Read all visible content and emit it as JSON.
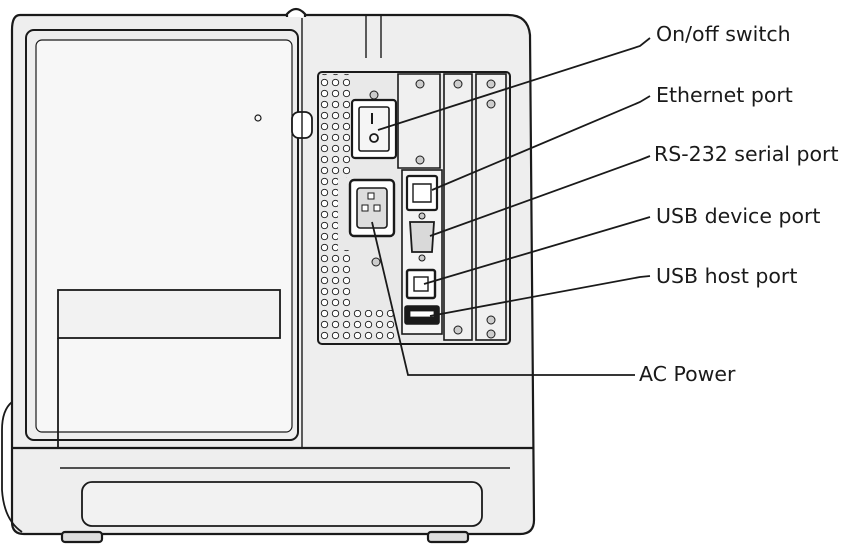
{
  "callouts": [
    {
      "id": "onoff",
      "label": "On/off switch"
    },
    {
      "id": "ethernet",
      "label": "Ethernet port"
    },
    {
      "id": "rs232",
      "label": "RS-232 serial port"
    },
    {
      "id": "usb-device",
      "label": "USB device port"
    },
    {
      "id": "usb-host",
      "label": "USB host port"
    },
    {
      "id": "ac-power",
      "label": "AC Power"
    }
  ],
  "colors": {
    "outline": "#1a1a1a",
    "body_fill": "#eeeeee",
    "panel_fill": "#e6e6e6",
    "leader": "#1a1a1a"
  }
}
